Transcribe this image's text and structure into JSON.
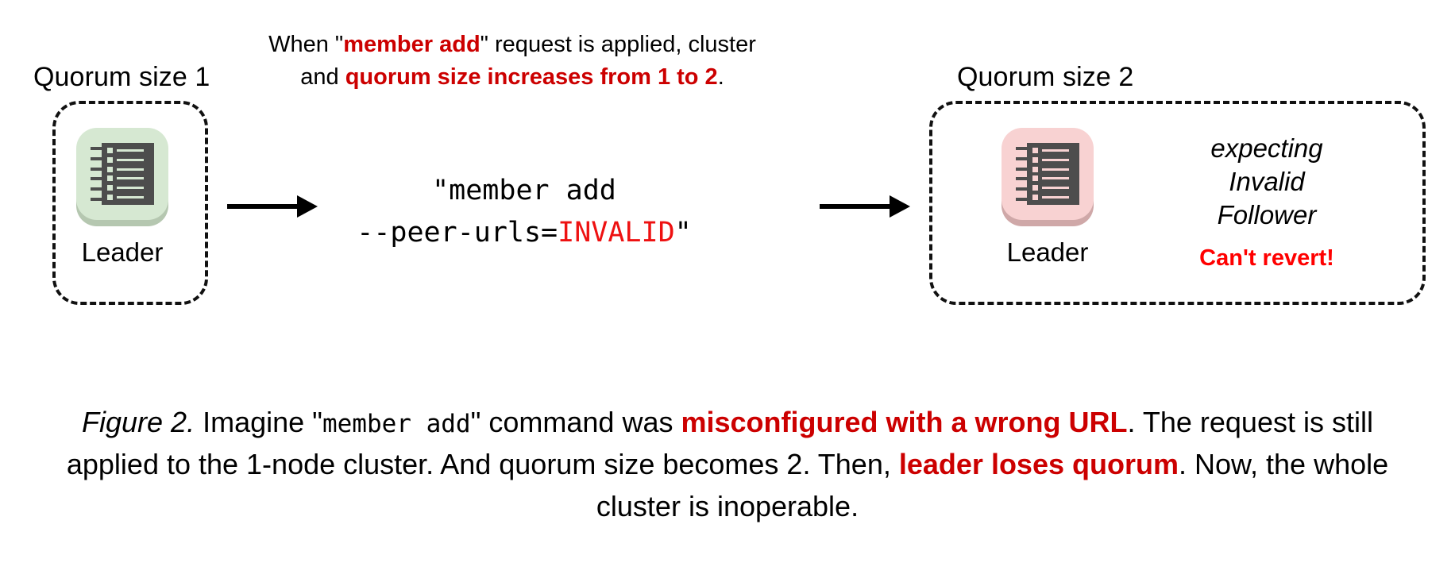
{
  "figure": {
    "left_cluster": {
      "title": "Quorum size 1",
      "node_label": "Leader",
      "icon": "notebook-icon",
      "icon_color": "#d6e8d2"
    },
    "right_cluster": {
      "title": "Quorum size 2",
      "node_label": "Leader",
      "icon": "notebook-icon",
      "icon_color": "#f8d2d2",
      "status_lines": [
        "expecting",
        "Invalid",
        "Follower"
      ],
      "warning": "Can't revert!"
    },
    "top_note": {
      "line1_pre": "When \"",
      "line1_hl": "member add",
      "line1_post": "\" request is applied,",
      "line2_pre": "cluster and ",
      "line2_hl": "quorum size increases",
      "line3_hl": "from 1 to 2",
      "line3_post": "."
    },
    "command": {
      "line1": "\"member add",
      "line2_pre": "--peer-urls=",
      "line2_invalid": "INVALID",
      "line2_post": "\""
    },
    "caption": {
      "label": "Figure 2.",
      "seg1": " Imagine \"",
      "mono1": "member add",
      "seg2": "\" command was ",
      "hl1": "misconfigured with a wrong URL",
      "seg3": ".",
      "line2": "The request is still applied to the 1-node cluster. And quorum size becomes 2. Then,",
      "hl2": "leader loses quorum",
      "seg4": ". Now, the whole cluster is inoperable."
    },
    "colors": {
      "accent_red": "#cc0000",
      "bright_red": "#ff0000",
      "invalid_red": "#ee1111",
      "node_dark": "#4d4d4d",
      "green_tile": "#d6e8d2",
      "pink_tile": "#f8d2d2"
    }
  }
}
